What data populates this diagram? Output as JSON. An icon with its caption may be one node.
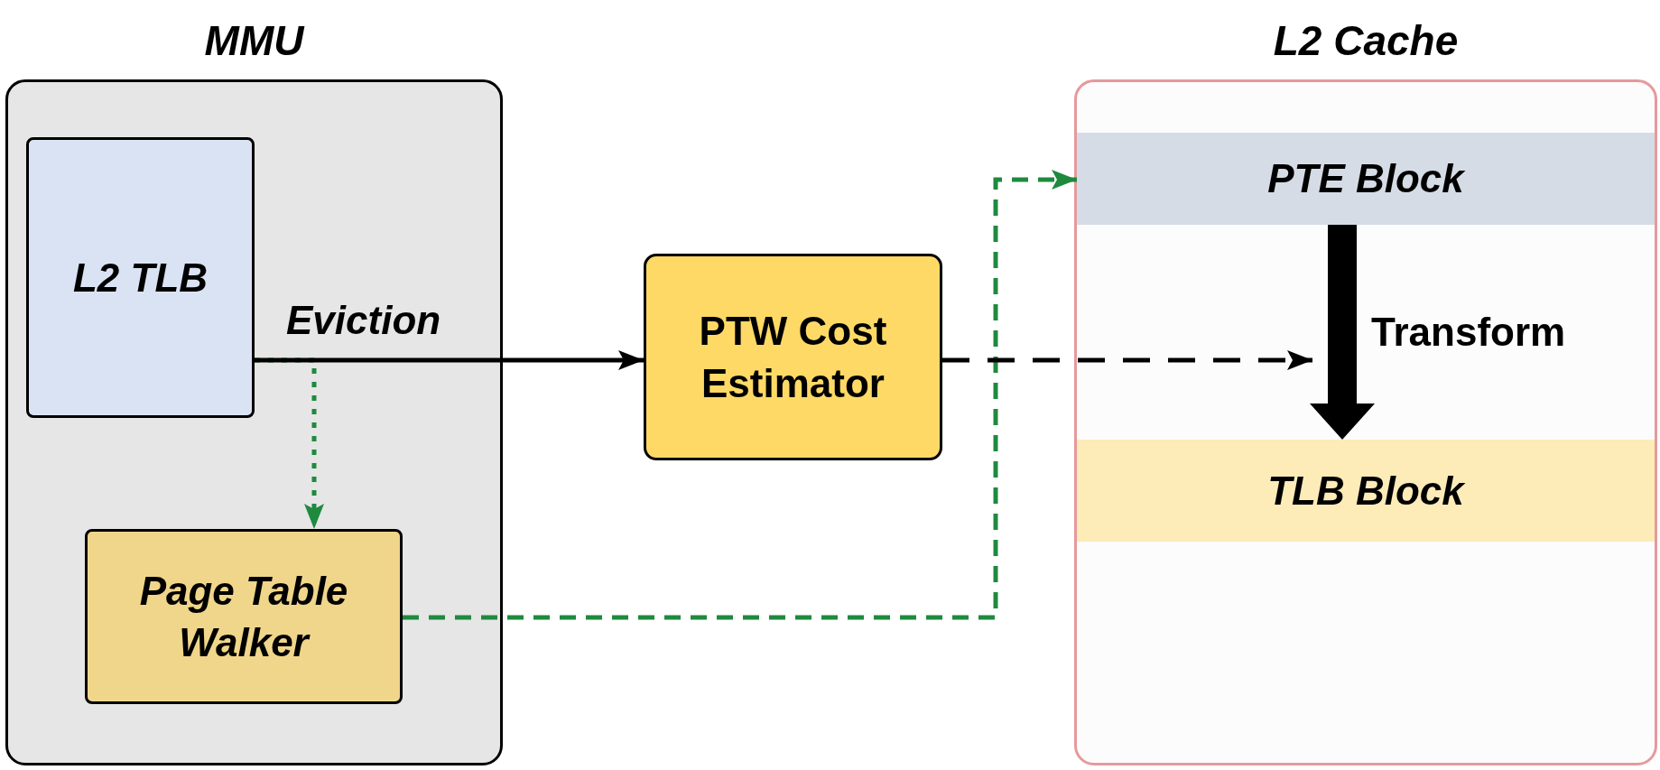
{
  "diagram": {
    "nodes": [
      {
        "text": [
          "MMU"
        ]
      },
      {
        "text": [
          "L2 TLB"
        ],
        "in": 0
      },
      {
        "text": [
          "Page Table Walker"
        ],
        "in": 0
      },
      {
        "text": [
          "PTW Cost Estimator"
        ]
      },
      {
        "text": [
          "L2 Cache"
        ]
      },
      {
        "text": [
          "PTE Block"
        ],
        "in": 4
      },
      {
        "text": [
          "TLB Block"
        ],
        "in": 4
      }
    ],
    "edges": [
      {
        "from": 1,
        "to": 3,
        "arrow": "to",
        "label": "Eviction"
      },
      {
        "from": 1,
        "to": 2,
        "arrow": "to",
        "style": "dashed",
        "color": "#1e8a3e"
      },
      {
        "from": 2,
        "to": 5,
        "arrow": "to",
        "style": "dashed",
        "color": "#1e8a3e"
      },
      {
        "from": 3,
        "to": null,
        "arrow": "to",
        "style": "dashed"
      },
      {
        "from": 5,
        "to": 6,
        "arrow": "to",
        "style": "thick",
        "label": "Transform"
      }
    ]
  }
}
